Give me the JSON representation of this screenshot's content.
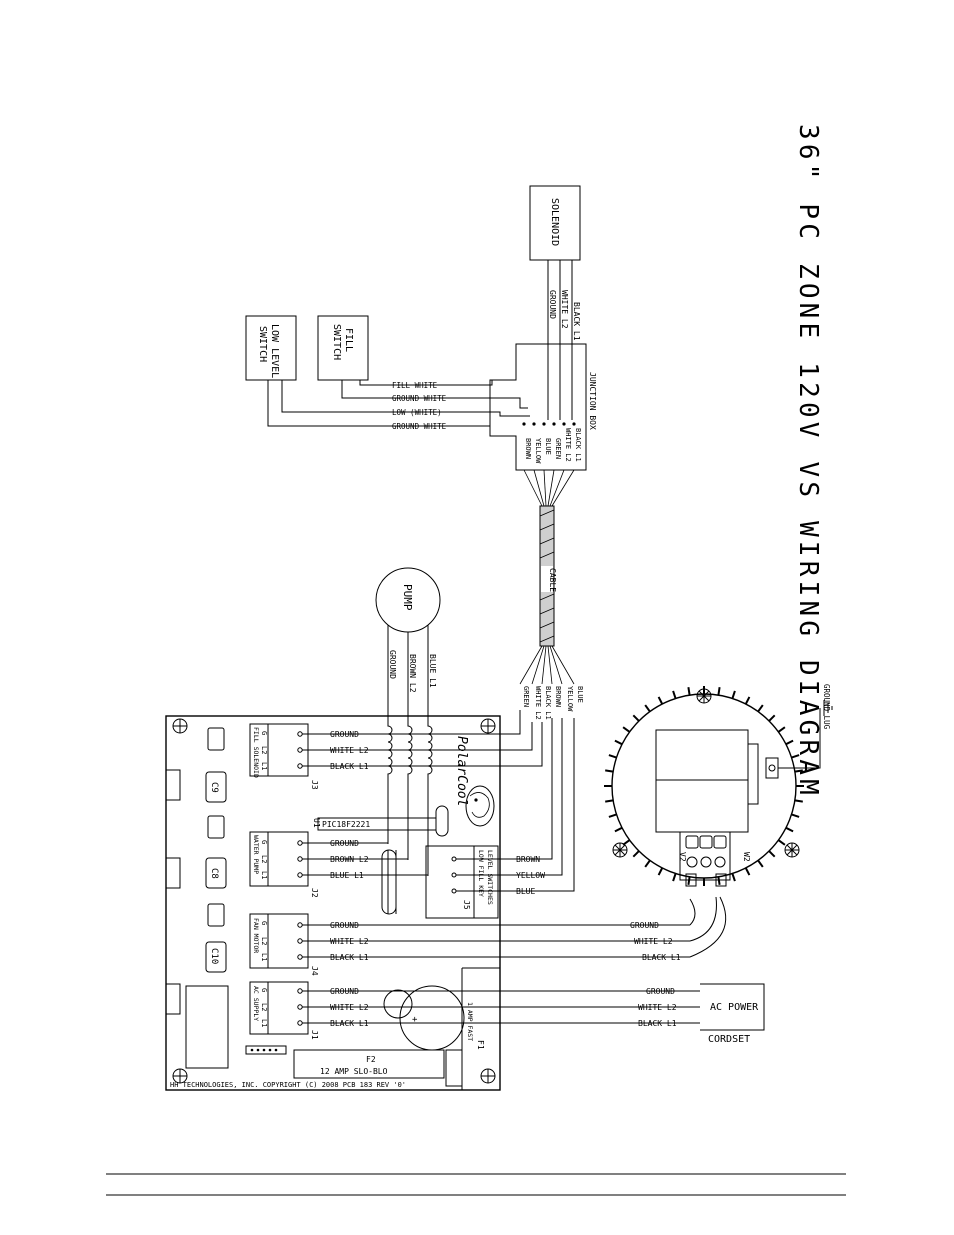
{
  "title": "36\" PC ZONE 120V VS WIRING DIAGRAM",
  "components": {
    "solenoid": "SOLENOID",
    "low_level_switch": [
      "LOW LEVEL",
      "SWITCH"
    ],
    "fill_switch": [
      "FILL",
      "SWITCH"
    ],
    "junction_box": "JUNCTION BOX",
    "cable": "CABLE",
    "pump": "PUMP",
    "ground_lug": "GROUND LUG",
    "ac_power": "AC POWER",
    "cordset": "CORDSET"
  },
  "solenoid_wires": [
    "BLACK L1",
    "WHITE L2",
    "GROUND"
  ],
  "switch_wires": [
    "FILL WHITE",
    "GROUND WHITE",
    "LOW (WHITE)",
    "GROUND WHITE"
  ],
  "junction_terminals": [
    "BLACK L1",
    "WHITE L2",
    "GREEN",
    "BLUE",
    "YELLOW",
    "BROWN"
  ],
  "cable_wires": [
    "BLUE",
    "YELLOW",
    "BROWN",
    "BLACK L1",
    "WHITE L2",
    "GREEN"
  ],
  "pump_wires": [
    "BLUE L1",
    "BROWN L2",
    "GROUND"
  ],
  "board": {
    "connectors": [
      {
        "id": "J3",
        "name": "FILL SOLENOID",
        "pins": [
          "GROUND",
          "WHITE L2",
          "BLACK L1"
        ],
        "pin_labels": [
          "G",
          "L2",
          "L1"
        ]
      },
      {
        "id": "J2",
        "name": "WATER PUMP",
        "pins": [
          "GROUND",
          "BROWN L2",
          "BLUE L1"
        ],
        "pin_labels": [
          "G",
          "L2",
          "L1"
        ]
      },
      {
        "id": "J4",
        "name": "FAN MOTOR",
        "pins": [
          "GROUND",
          "WHITE L2",
          "BLACK L1"
        ],
        "pin_labels": [
          "G",
          "L2",
          "L1"
        ]
      },
      {
        "id": "J1",
        "name": "AC SUPPLY",
        "pins": [
          "GROUND",
          "WHITE L2",
          "BLACK L1"
        ],
        "pin_labels": [
          "G",
          "L2",
          "L1"
        ]
      }
    ],
    "j5": {
      "id": "J5",
      "title": "LEVEL SWITCHES",
      "sub": "LOW FILL KEY",
      "wires": [
        "BROWN",
        "YELLOW",
        "BLUE"
      ]
    },
    "ic_label": "PIC18F2221",
    "u1": "U1",
    "caps": [
      "C9",
      "C8",
      "C10"
    ],
    "f1": [
      "F1",
      "1 AMP FAST"
    ],
    "f2": [
      "F2",
      "12 AMP SLO-BLO"
    ],
    "copyright": "HH TECHNOLOGIES, INC. COPYRIGHT (C) 2008 PCB 183 REV '0'",
    "logo": "PolarCool"
  },
  "fan_wires": [
    "GROUND",
    "WHITE L2",
    "BLACK L1"
  ],
  "ac_wires": [
    "GROUND",
    "WHITE L2",
    "BLACK L1"
  ],
  "motor_labels": [
    "V2",
    "W2"
  ]
}
